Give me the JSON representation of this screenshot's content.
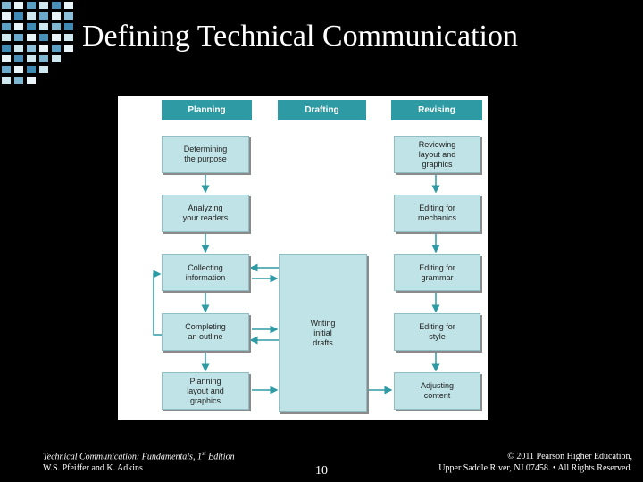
{
  "slide": {
    "title": "Defining Technical Communication",
    "page_number": "10"
  },
  "diagram": {
    "headers": {
      "planning": "Planning",
      "drafting": "Drafting",
      "revising": "Revising"
    },
    "planning_steps": [
      "Determining\nthe purpose",
      "Analyzing\nyour readers",
      "Collecting\ninformation",
      "Completing\nan outline",
      "Planning\nlayout and\ngraphics"
    ],
    "drafting_step": "Writing\ninitial\ndrafts",
    "revising_steps": [
      "Reviewing\nlayout and\ngraphics",
      "Editing for\nmechanics",
      "Editing for\ngrammar",
      "Editing for\nstyle",
      "Adjusting\ncontent"
    ]
  },
  "footer": {
    "book_title": "Technical Communication: Fundamentals, 1",
    "edition_sup": "st",
    "edition_rest": " Edition",
    "authors": "W.S. Pfeiffer and K. Adkins",
    "copyright_line1": "© 2011 Pearson Higher Education,",
    "copyright_line2": "Upper Saddle River, NJ 07458. • All Rights Reserved."
  },
  "colors": {
    "background": "#000000",
    "header_teal": "#2e9aa3",
    "box_fill": "#bfe3e6",
    "arrow": "#2e9aa3"
  }
}
